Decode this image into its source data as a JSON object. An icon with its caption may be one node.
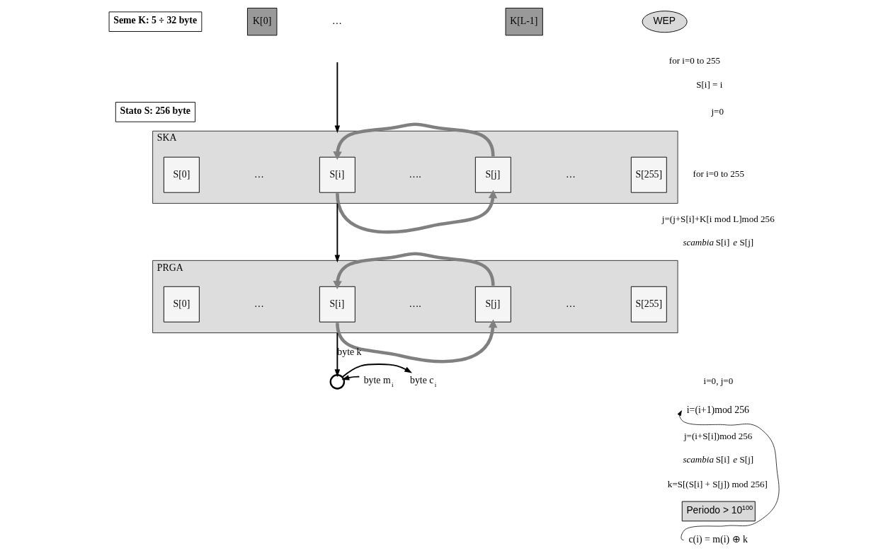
{
  "diagram": {
    "nodes": [
      {
        "text": [
          "WEP"
        ]
      },
      {
        "text": [
          "Seme K: 5 ÷ 32 byte"
        ]
      },
      {
        "text": [
          "K[0]"
        ]
      },
      {
        "text": [
          "K[L-1]"
        ]
      },
      {
        "text": [
          "SKA"
        ]
      },
      {
        "text": [
          "S[0]"
        ],
        "in": 4
      },
      {
        "text": [
          "S[i]"
        ],
        "in": 4
      },
      {
        "text": [
          "S[j]"
        ],
        "in": 4
      },
      {
        "text": [
          "S[255]"
        ],
        "in": 4
      },
      {
        "text": [
          "PRGA"
        ]
      },
      {
        "text": [
          "S[0]"
        ],
        "in": 9
      },
      {
        "text": [
          "S[i]"
        ],
        "in": 9
      },
      {
        "text": [
          "S[j]"
        ],
        "in": 9
      },
      {
        "text": [
          "S[255]"
        ],
        "in": 9
      },
      {
        "text": [],
        "shape": "circle"
      },
      {
        "text": [
          "byte m$_{i}$"
        ]
      },
      {
        "text": [
          "byte c$_{i}$"
        ]
      },
      {
        "text": [
          "Stato S: 256 byte"
        ]
      },
      {
        "text": [
          "Periodo > 10$^{100}$"
        ]
      },
      {
        "text": [
          "i=(i+1)mod 256"
        ]
      },
      {
        "text": [
          "c(i) = m(i) ⊕ k"
        ]
      }
    ],
    "edges": [
      {
        "from": null,
        "to": 4,
        "arrow": "to"
      },
      {
        "from": 7,
        "to": 6,
        "arrow": "to",
        "style": "thick",
        "color": "#808080"
      },
      {
        "from": 6,
        "to": 7,
        "arrow": "to",
        "style": "thick",
        "color": "#808080"
      },
      {
        "from": 4,
        "to": 9,
        "arrow": "to"
      },
      {
        "from": 12,
        "to": 11,
        "arrow": "to",
        "style": "thick",
        "color": "#808080"
      },
      {
        "from": 11,
        "to": 12,
        "arrow": "to",
        "style": "thick",
        "color": "#808080"
      },
      {
        "from": 9,
        "to": 14,
        "label": "byte k",
        "arrow": "to"
      },
      {
        "from": 15,
        "to": 14,
        "arrow": "to"
      },
      {
        "from": 14,
        "to": 16,
        "arrow": "to"
      },
      {
        "from": 20,
        "to": 19,
        "arrow": "to"
      }
    ],
    "labels": [
      "…",
      "…",
      "….",
      "…",
      "…",
      "….",
      "…",
      "for i=0 to 255",
      "S[i] = i",
      "j=0",
      "for i=0 to 255",
      "j=(j+S[i]+K[i mod L]mod 256",
      "*scambia* S[i] *e* S[j]",
      "i=0, j=0",
      "j=(i+S[i])mod 256",
      "*scambia* S[i] *e* S[j]",
      "k=S[(S[i] + S[j]) mod 256]"
    ]
  }
}
